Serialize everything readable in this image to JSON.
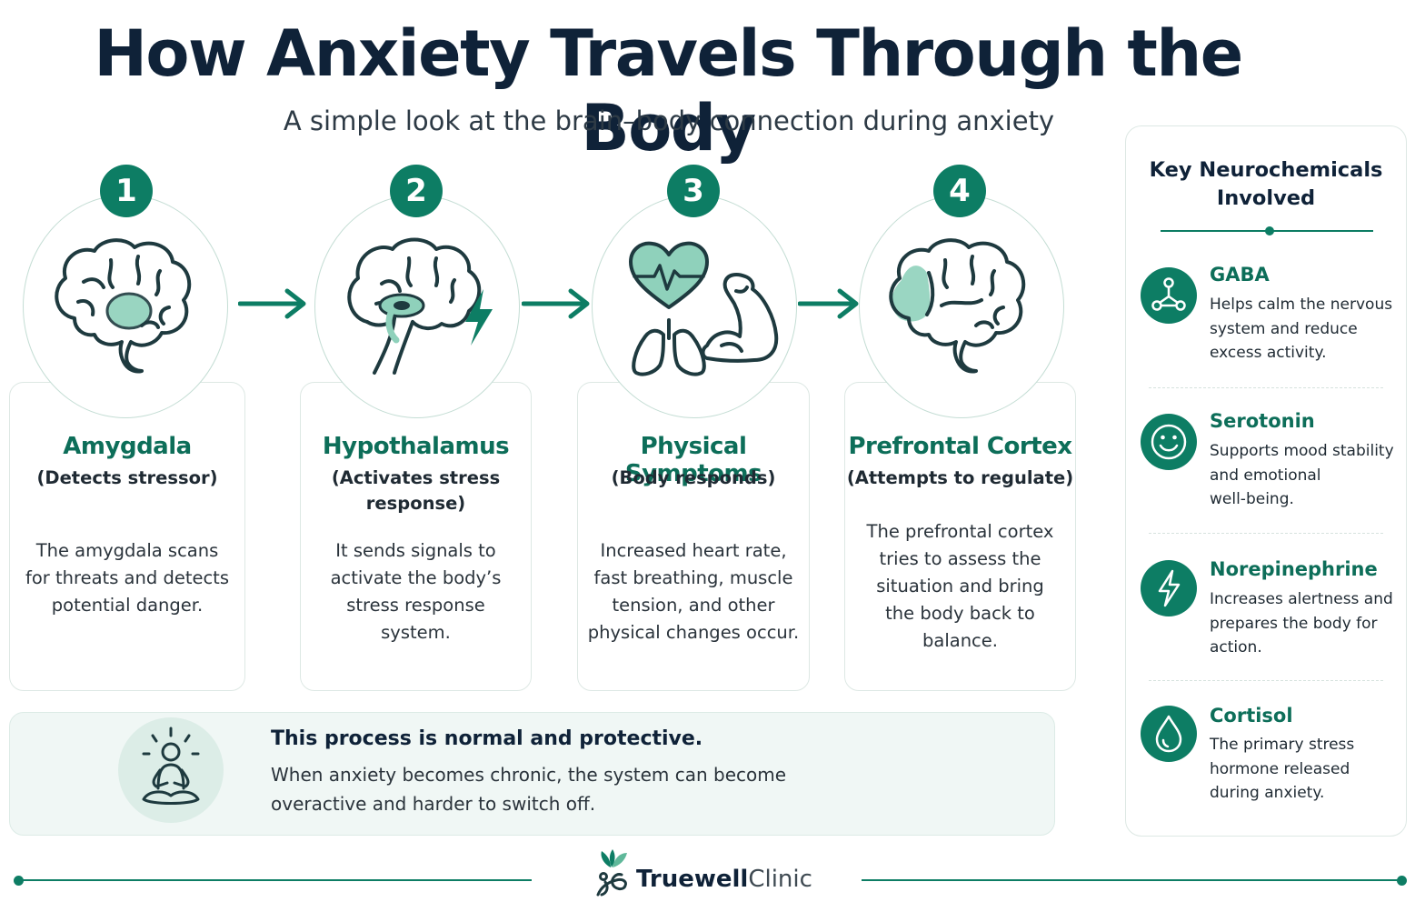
{
  "header": {
    "title": "How Anxiety Travels Through the Body",
    "subtitle": "A simple look at the brain–body connection during anxiety"
  },
  "steps": [
    {
      "number": "1",
      "title": "Amygdala",
      "subtitle": "(Detects stressor)",
      "body": [
        "The amygdala scans",
        "for threats and detects",
        "potential danger."
      ],
      "icon": "brain-amygdala-icon"
    },
    {
      "number": "2",
      "title": "Hypothalamus",
      "subtitle": [
        "(Activates stress",
        "response)"
      ],
      "body": [
        "It sends signals to",
        "activate the body’s",
        "stress response",
        "system."
      ],
      "icon": "brain-hypothalamus-icon"
    },
    {
      "number": "3",
      "title": "Physical Symptoms",
      "subtitle": "(Body responds)",
      "body": [
        "Increased heart rate,",
        "fast breathing, muscle",
        "tension, and other",
        "physical changes occur."
      ],
      "icon": "heart-lungs-muscle-icon"
    },
    {
      "number": "4",
      "title": "Prefrontal Cortex",
      "subtitle": "(Attempts to regulate)",
      "body": [
        "The prefrontal cortex",
        "tries to assess the",
        "situation and bring",
        "the body back to",
        "balance."
      ],
      "icon": "brain-prefrontal-icon"
    }
  ],
  "note": {
    "title": "This process is normal and protective.",
    "body": [
      "When anxiety becomes chronic, the system can become",
      "overactive and harder to switch off."
    ],
    "icon": "meditation-icon"
  },
  "neurochemicals": {
    "title": [
      "Key Neurochemicals",
      "Involved"
    ],
    "items": [
      {
        "name": "GABA",
        "desc": [
          "Helps calm the nervous",
          "system and reduce",
          "excess activity."
        ],
        "icon": "molecule-icon"
      },
      {
        "name": "Serotonin",
        "desc": [
          "Supports mood stability",
          "and emotional",
          "well-being."
        ],
        "icon": "smile-icon"
      },
      {
        "name": "Norepinephrine",
        "desc": [
          "Increases alertness and",
          "prepares the body for",
          "action."
        ],
        "icon": "lightning-icon"
      },
      {
        "name": "Cortisol",
        "desc": [
          "The primary stress",
          "hormone released",
          "during anxiety."
        ],
        "icon": "droplet-icon"
      }
    ]
  },
  "footer": {
    "brand_bold": "Truewell",
    "brand_light": "Clinic"
  },
  "colors": {
    "accent": "#0d7d64",
    "accent_text": "#0d6e59",
    "highlight": "#8fd1bb",
    "title": "#0f2238"
  }
}
